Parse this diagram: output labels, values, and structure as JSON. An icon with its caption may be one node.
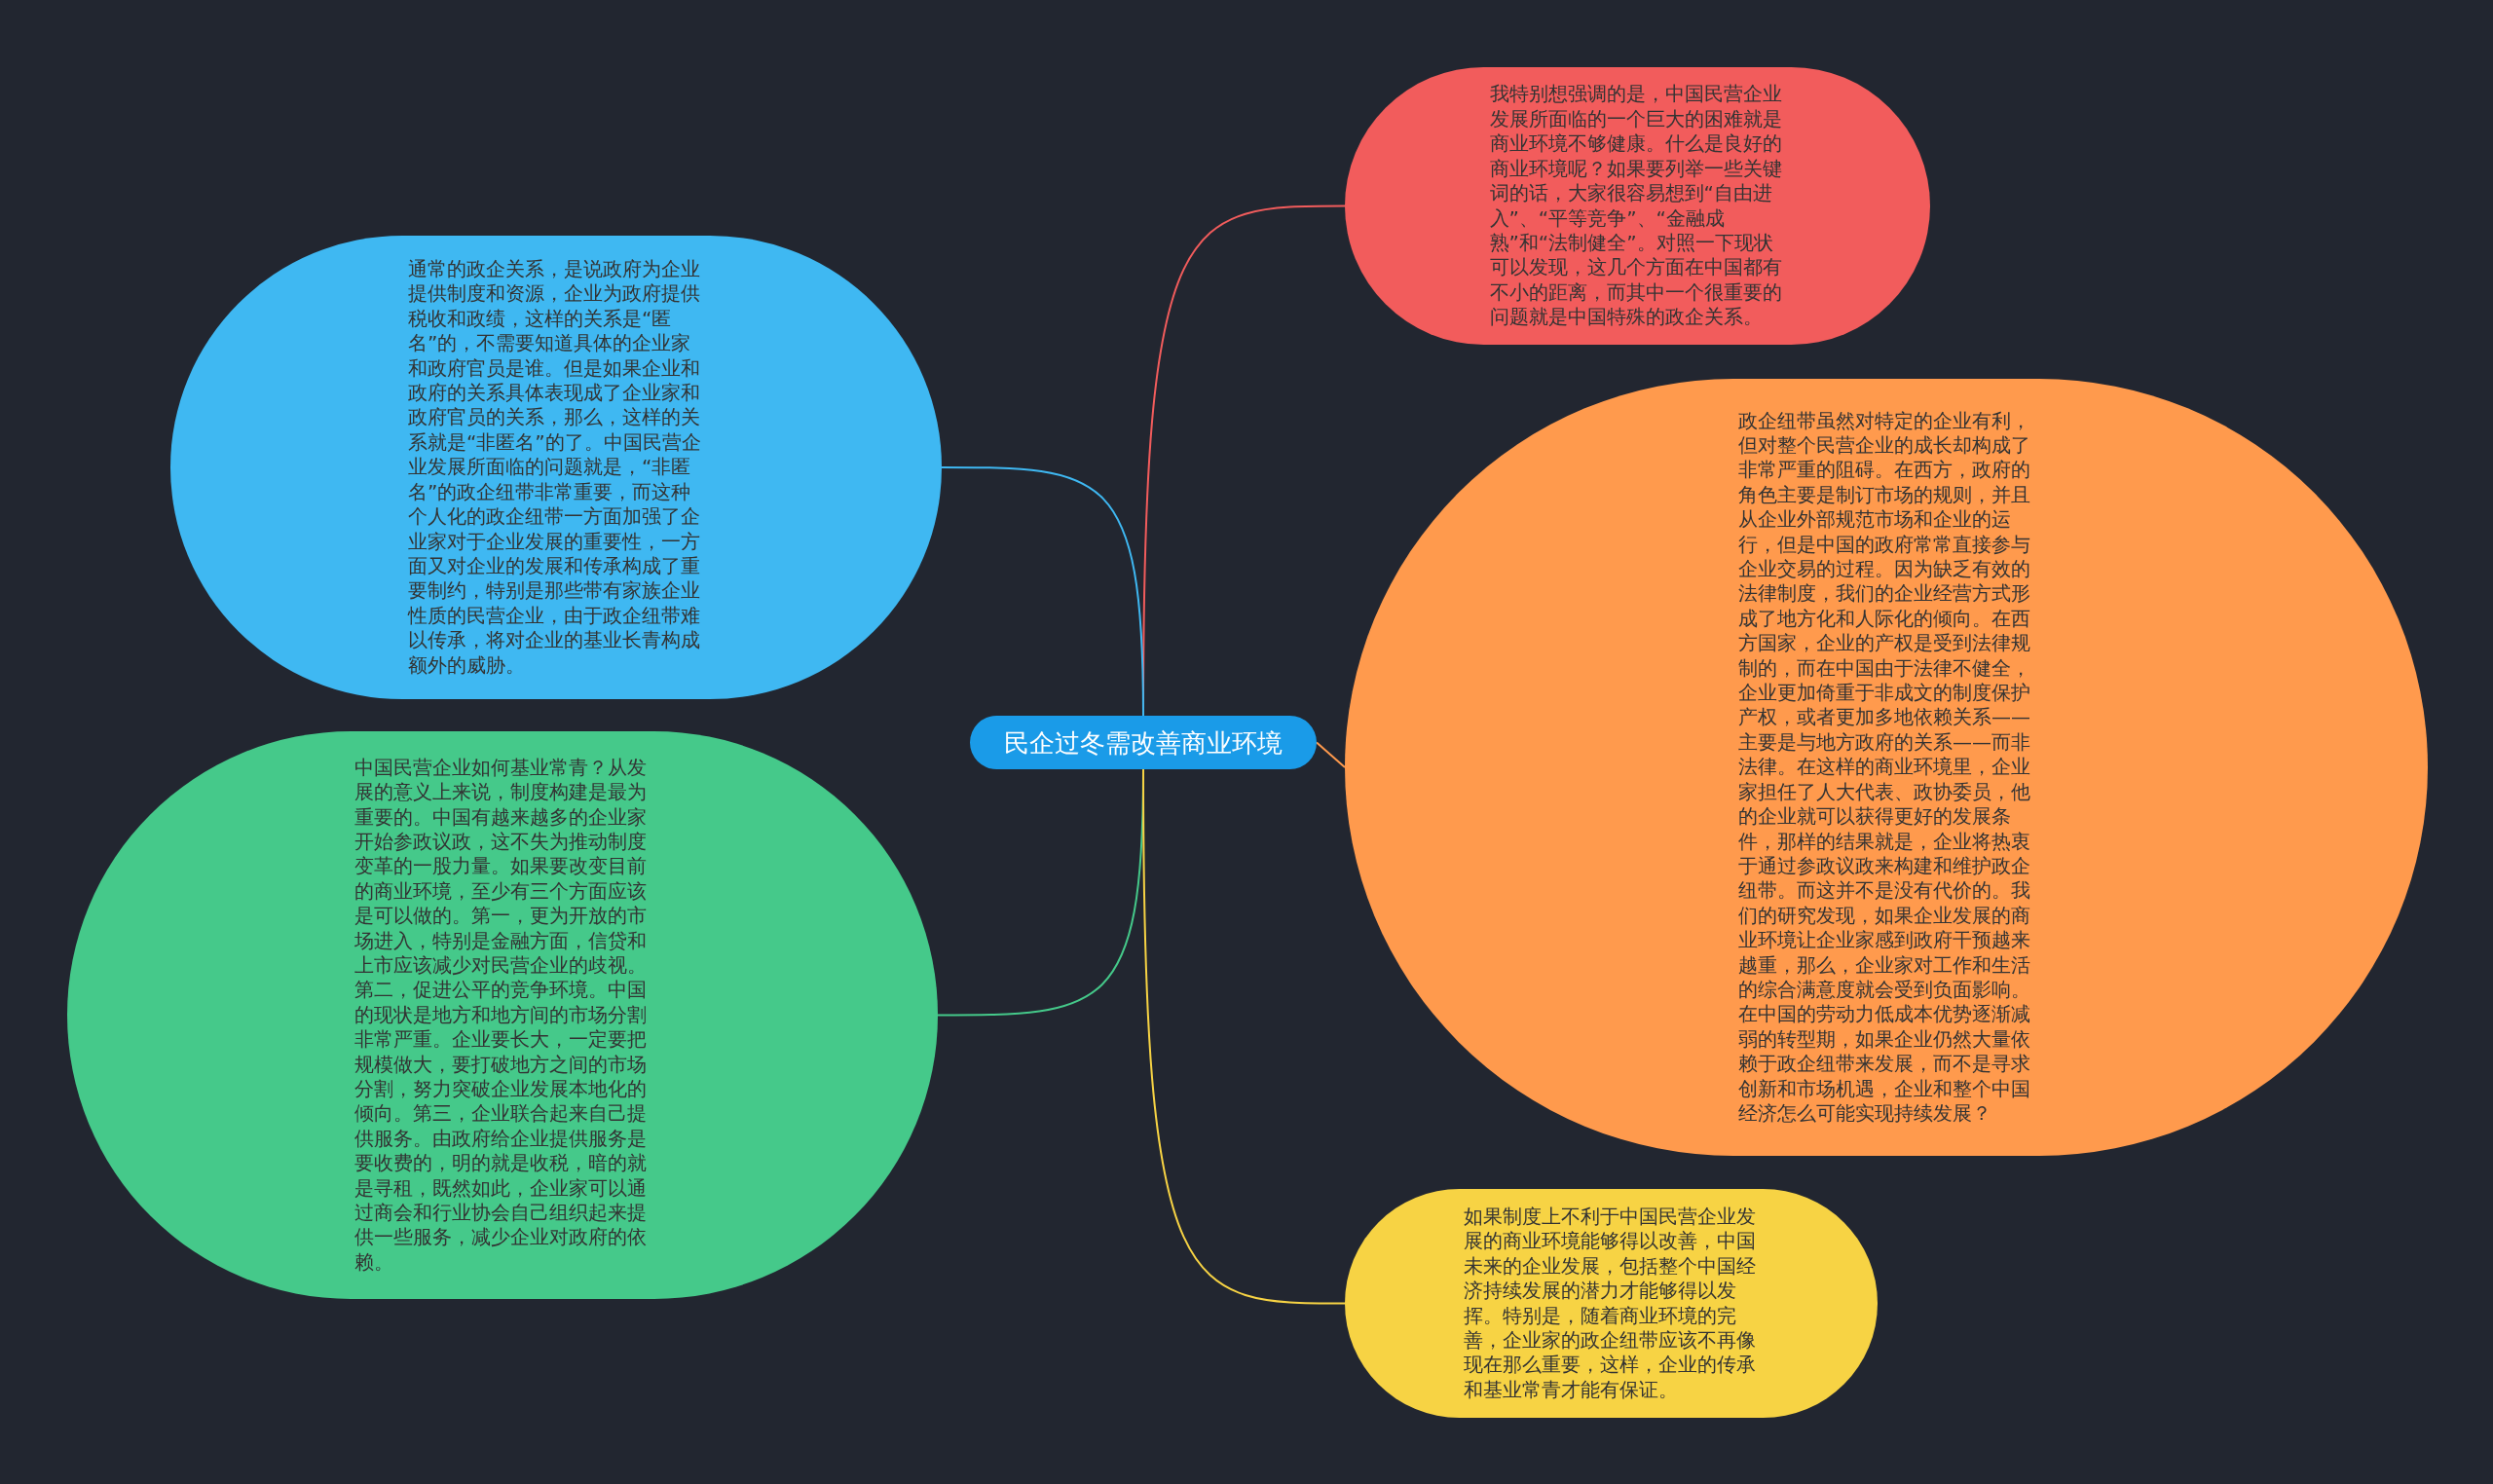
{
  "diagram": {
    "nodes": [
      {
        "text": [
          "民企过冬需改善商业环境"
        ]
      },
      {
        "text": [
          "我特别想强调的是，中国民营企业发展所面临的一个巨大的困难就是商业环境不够健康。什么是良好的商业环境呢？如果要列举一些关键词的话，大家很容易想到“自由进入”、“平等竞争”、“金融成熟”和“法制健全”。对照一下现状可以发现，这几个方面在中国都有不小的距离，而其中一个很重要的问题就是中国特殊的政企关系。"
        ]
      },
      {
        "text": [
          "通常的政企关系，是说政府为企业提供制度和资源，企业为政府提供税收和政绩，这样的关系是“匿名”的，不需要知道具体的企业家和政府官员是谁。但是如果企业和政府的关系具体表现成了企业家和政府官员的关系，那么，这样的关系就是“非匿名”的了。中国民营企业发展所面临的问题就是，“非匿名”的政企纽带非常重要，而这种个人化的政企纽带一方面加强了企业家对于企业发展的重要性，一方面又对企业的发展和传承构成了重要制约，特别是那些带有家族企业性质的民营企业，由于政企纽带难以传承，将对企业的基业长青构成额外的威胁。"
        ]
      },
      {
        "text": [
          "政企纽带虽然对特定的企业有利，但对整个民营企业的成长却构成了非常严重的阻碍。在西方，政府的角色主要是制订市场的规则，并且从企业外部规范市场和企业的运行，但是中国的政府常常直接参与企业交易的过程。因为缺乏有效的法律制度，我们的企业经营方式形成了地方化和人际化的倾向。在西方国家，企业的产权是受到法律规制的，而在中国由于法律不健全，企业更加倚重于非成文的制度保护产权，或者更加多地依赖关系——主要是与地方政府的关系——而非法律。在这样的商业环境里，企业家担任了人大代表、政协委员，他的企业就可以获得更好的发展条件，那样的结果就是，企业将热衷于通过参政议政来构建和维护政企纽带。而这并不是没有代价的。我们的研究发现，如果企业发展的商业环境让企业家感到政府干预越来越重，那么，企业家对工作和生活的综合满意度就会受到负面影响。在中国的劳动力低成本优势逐渐减弱的转型期，如果企业仍然大量依赖于政企纽带来发展，而不是寻求创新和市场机遇，企业和整个中国经济怎么可能实现持续发展？"
        ]
      },
      {
        "text": [
          "中国民营企业如何基业常青？从发展的意义上来说，制度构建是最为重要的。中国有越来越多的企业家开始参政议政，这不失为推动制度变革的一股力量。如果要改变目前的商业环境，至少有三个方面应该是可以做的。第一，更为开放的市场进入，特别是金融方面，信贷和上市应该减少对民营企业的歧视。第二，促进公平的竞争环境。中国的现状是地方和地方间的市场分割非常严重。企业要长大，一定要把规模做大，要打破地方之间的市场分割，努力突破企业发展本地化的倾向。第三，企业联合起来自己提供服务。由政府给企业提供服务是要收费的，明的就是收税，暗的就是寻租，既然如此，企业家可以通过商会和行业协会自己组织起来提供一些服务，减少企业对政府的依赖。"
        ]
      },
      {
        "text": [
          "如果制度上不利于中国民营企业发展的商业环境能够得以改善，中国未来的企业发展，包括整个中国经济持续发展的潜力才能够得以发挥。特别是，随着商业环境的完善，企业家的政企纽带应该不再像现在那么重要，这样，企业的传承和基业常青才能有保证。"
        ]
      }
    ],
    "edges": [
      {
        "from": 0,
        "to": 1,
        "arrow": "none",
        "color": "#f25c5c"
      },
      {
        "from": 0,
        "to": 2,
        "arrow": "none",
        "color": "#3fb8f2"
      },
      {
        "from": 0,
        "to": 3,
        "arrow": "none",
        "color": "#ff9a4d"
      },
      {
        "from": 0,
        "to": 4,
        "arrow": "none",
        "color": "#45c98a"
      },
      {
        "from": 0,
        "to": 5,
        "arrow": "none",
        "color": "#f7d344"
      }
    ]
  }
}
